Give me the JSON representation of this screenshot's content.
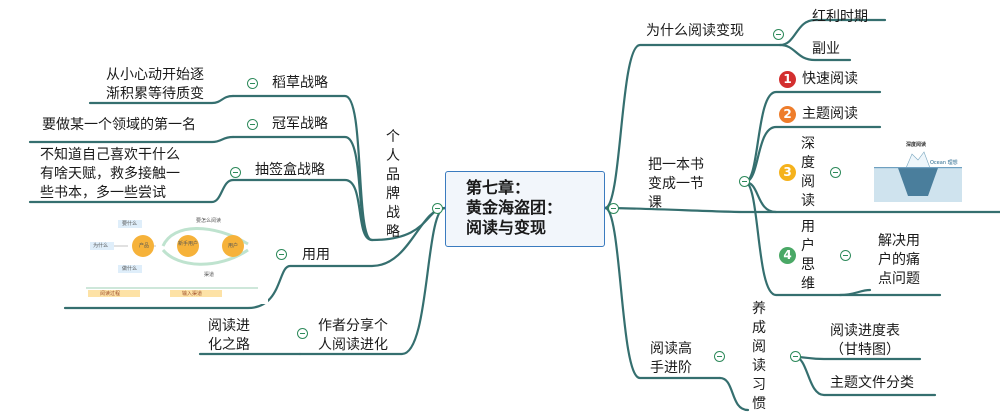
{
  "colors": {
    "branch": "#356f6f",
    "toggle": "#2e8a5b",
    "center_border": "#3a7bbf",
    "badge1": "#d32f2f",
    "badge2": "#ee7d2b",
    "badge3": "#f5b21c",
    "badge4": "#4aa866"
  },
  "center": {
    "line1": "第七章：",
    "line2": "黄金海盗团：",
    "line3": "阅读与变现"
  },
  "left": {
    "brand": {
      "label": "个人品牌战略",
      "items": [
        {
          "label": "稻草战略",
          "detail_line1": "从小心动开始逐",
          "detail_line2": "渐积累等待质变"
        },
        {
          "label": "冠军战略",
          "detail_line1": "要做某一个领域的第一名"
        },
        {
          "label": "抽签盒战略",
          "detail_line1": "不知道自己喜欢干什么",
          "detail_line2": "有啥天赋，救多接触一",
          "detail_line3": "些书本，多一些尝试"
        }
      ]
    },
    "use": {
      "label": "用用"
    },
    "share": {
      "label_line1": "作者分享个",
      "label_line2": "人阅读进化",
      "detail_line1": "阅读进",
      "detail_line2": "化之路"
    }
  },
  "right": {
    "why": {
      "label": "为什么阅读变现",
      "children": [
        "红利时期",
        "副业"
      ]
    },
    "course": {
      "label_line1": "把一本书",
      "label_line2": "变成一节",
      "label_line3": "课",
      "items": [
        {
          "badge": "1",
          "label": "快速阅读"
        },
        {
          "badge": "2",
          "label": "主题阅读"
        },
        {
          "badge": "3",
          "label": "深度阅读"
        },
        {
          "badge": "4",
          "label": "用户思维",
          "detail_line1": "解决用",
          "detail_line2": "户的痛",
          "detail_line3": "点问题"
        }
      ]
    },
    "master": {
      "label_line1": "阅读高",
      "label_line2": "手进阶",
      "habit": {
        "label": "养成阅读习惯",
        "children": [
          {
            "line1": "阅读进度表",
            "line2": "（甘特图）"
          },
          {
            "line1": "主题文件分类"
          }
        ]
      }
    }
  },
  "images": {
    "iceberg": {
      "title": "深度阅读",
      "water": "Ocean 理想"
    },
    "flow": {
      "n1": "要什么",
      "n2": "做什么",
      "n3": "为什么",
      "n4": "产品",
      "n5": "新手用户",
      "n6": "用户",
      "n7": "要怎么阅读",
      "n8": "渠道",
      "n9": "阅读过程",
      "n10": "输入渠道"
    }
  }
}
